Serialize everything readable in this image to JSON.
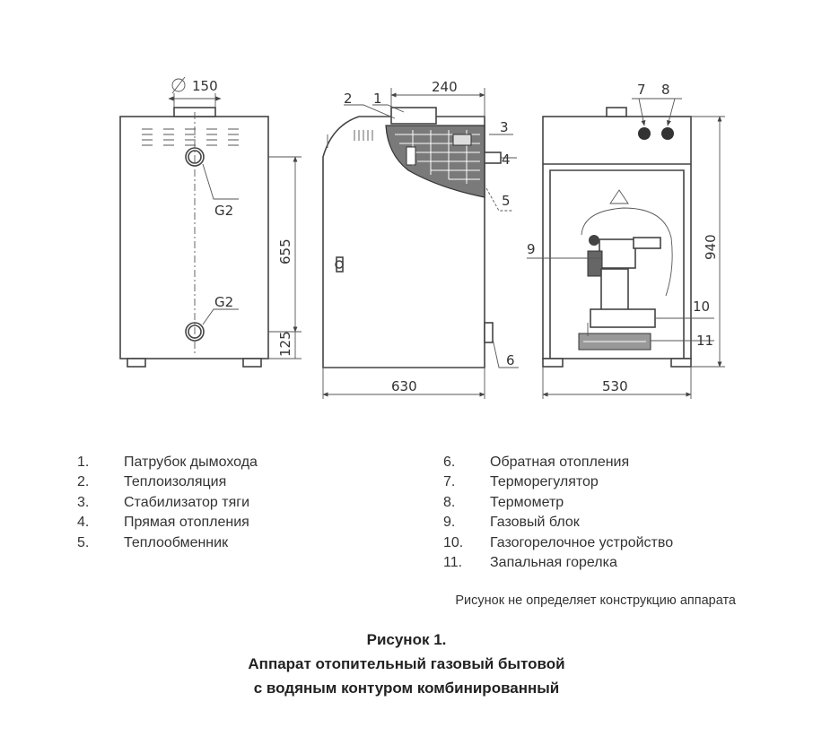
{
  "dimensions": {
    "flue_diameter": "150",
    "g2_top": "G2",
    "g2_bottom": "G2",
    "height_655": "655",
    "height_125": "125",
    "width_630": "630",
    "depth_240": "240",
    "height_940": "940",
    "width_530": "530"
  },
  "callouts": [
    "1",
    "2",
    "3",
    "4",
    "5",
    "6",
    "7",
    "8",
    "9",
    "10",
    "11"
  ],
  "legend": {
    "left": [
      {
        "num": "1.",
        "label": "Патрубок дымохода"
      },
      {
        "num": "2.",
        "label": "Теплоизоляция"
      },
      {
        "num": "3.",
        "label": "Стабилизатор тяги"
      },
      {
        "num": "4.",
        "label": "Прямая отопления"
      },
      {
        "num": "5.",
        "label": "Теплообменник"
      }
    ],
    "right": [
      {
        "num": "6.",
        "label": "Обратная отопления"
      },
      {
        "num": "7.",
        "label": "Терморегулятор"
      },
      {
        "num": "8.",
        "label": "Термометр"
      },
      {
        "num": "9.",
        "label": "Газовый блок"
      },
      {
        "num": "10.",
        "label": "Газогорелочное устройство"
      },
      {
        "num": "11.",
        "label": "Запальная горелка"
      }
    ]
  },
  "note": "Рисунок не определяет конструкцию аппарата",
  "caption": {
    "line1": "Рисунок 1.",
    "line2": "Аппарат отопительный газовый бытовой",
    "line3": "с водяным контуром комбинированный"
  }
}
